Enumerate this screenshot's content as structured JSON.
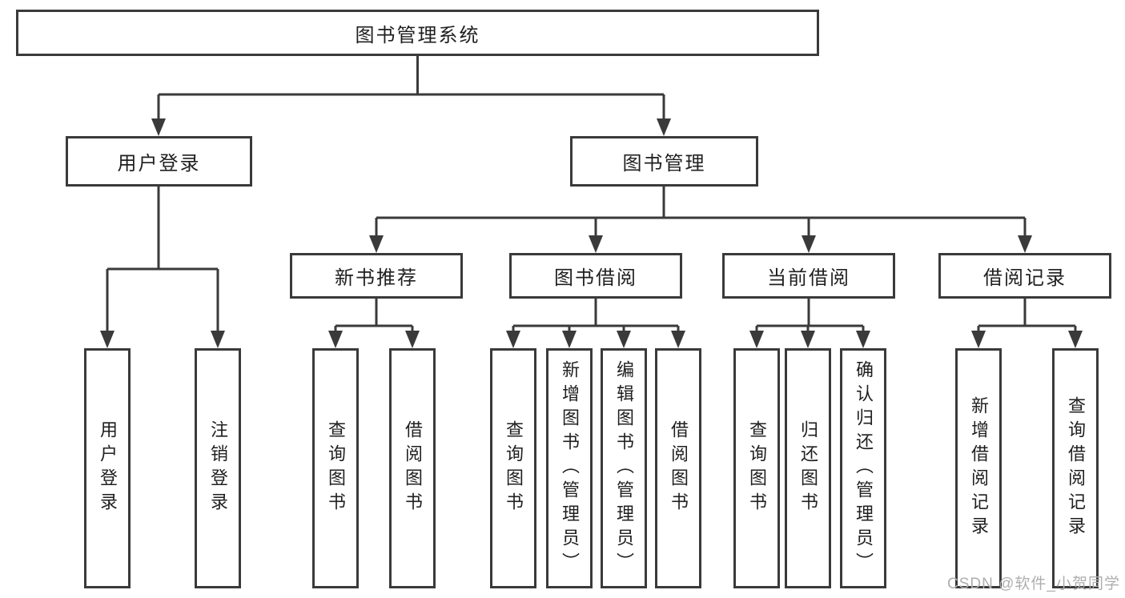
{
  "colors": {
    "background": "#ffffff",
    "line": "#3a3a3a",
    "box_border": "#3a3a3a",
    "text": "#1f1f1f",
    "watermark": "#aeaeae"
  },
  "diagram": {
    "root": {
      "label": "图书管理系统"
    },
    "level2": [
      {
        "label": "用户登录"
      },
      {
        "label": "图书管理"
      }
    ],
    "level3": [
      {
        "label": "新书推荐",
        "parent": "图书管理"
      },
      {
        "label": "图书借阅",
        "parent": "图书管理"
      },
      {
        "label": "当前借阅",
        "parent": "图书管理"
      },
      {
        "label": "借阅记录",
        "parent": "图书管理"
      }
    ],
    "leaves": [
      {
        "label": "用户登录",
        "parent": "用户登录"
      },
      {
        "label": "注销登录",
        "parent": "用户登录"
      },
      {
        "label": "查询图书",
        "parent": "新书推荐"
      },
      {
        "label": "借阅图书",
        "parent": "新书推荐"
      },
      {
        "label": "查询图书",
        "parent": "图书借阅"
      },
      {
        "label": "新增图书（管理员）",
        "parent": "图书借阅"
      },
      {
        "label": "编辑图书（管理员）",
        "parent": "图书借阅"
      },
      {
        "label": "借阅图书",
        "parent": "图书借阅"
      },
      {
        "label": "查询图书",
        "parent": "当前借阅"
      },
      {
        "label": "归还图书",
        "parent": "当前借阅"
      },
      {
        "label": "确认归还（管理员）",
        "parent": "当前借阅"
      },
      {
        "label": "新增借阅记录",
        "parent": "借阅记录"
      },
      {
        "label": "查询借阅记录",
        "parent": "借阅记录"
      }
    ]
  },
  "watermark": {
    "text": "CSDN @软件_小贺同学"
  }
}
